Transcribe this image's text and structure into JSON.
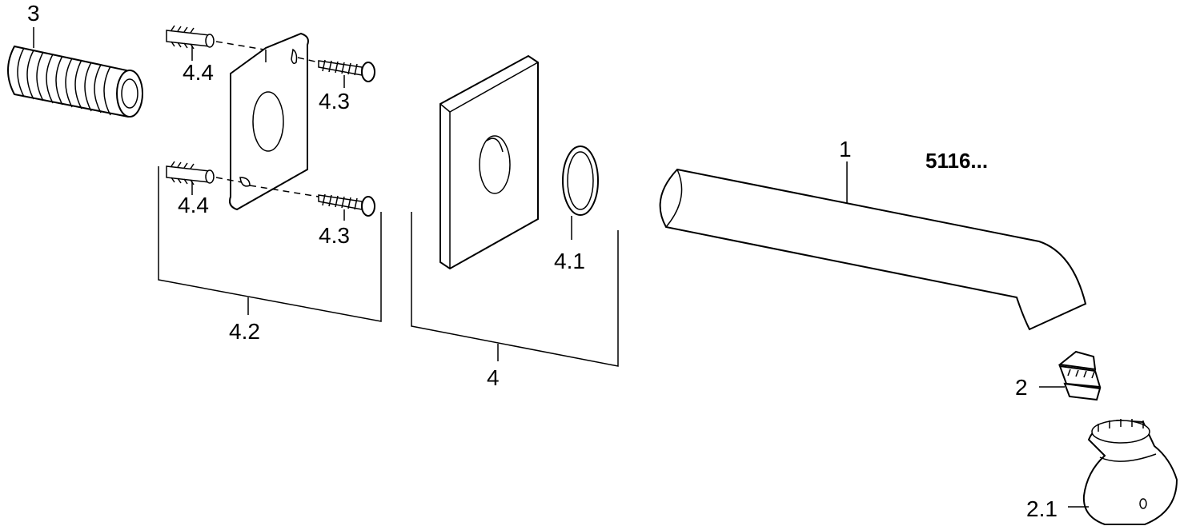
{
  "model_code": "5116...",
  "labels": {
    "spout": "1",
    "aerator": "2",
    "aerator_cap": "2.1",
    "sleeve": "3",
    "rosette_set": "4",
    "o_ring": "4.1",
    "mounting_set": "4.2",
    "screw_top": "4.3",
    "screw_bottom": "4.3",
    "dowel_top": "4.4",
    "dowel_bottom": "4.4"
  }
}
